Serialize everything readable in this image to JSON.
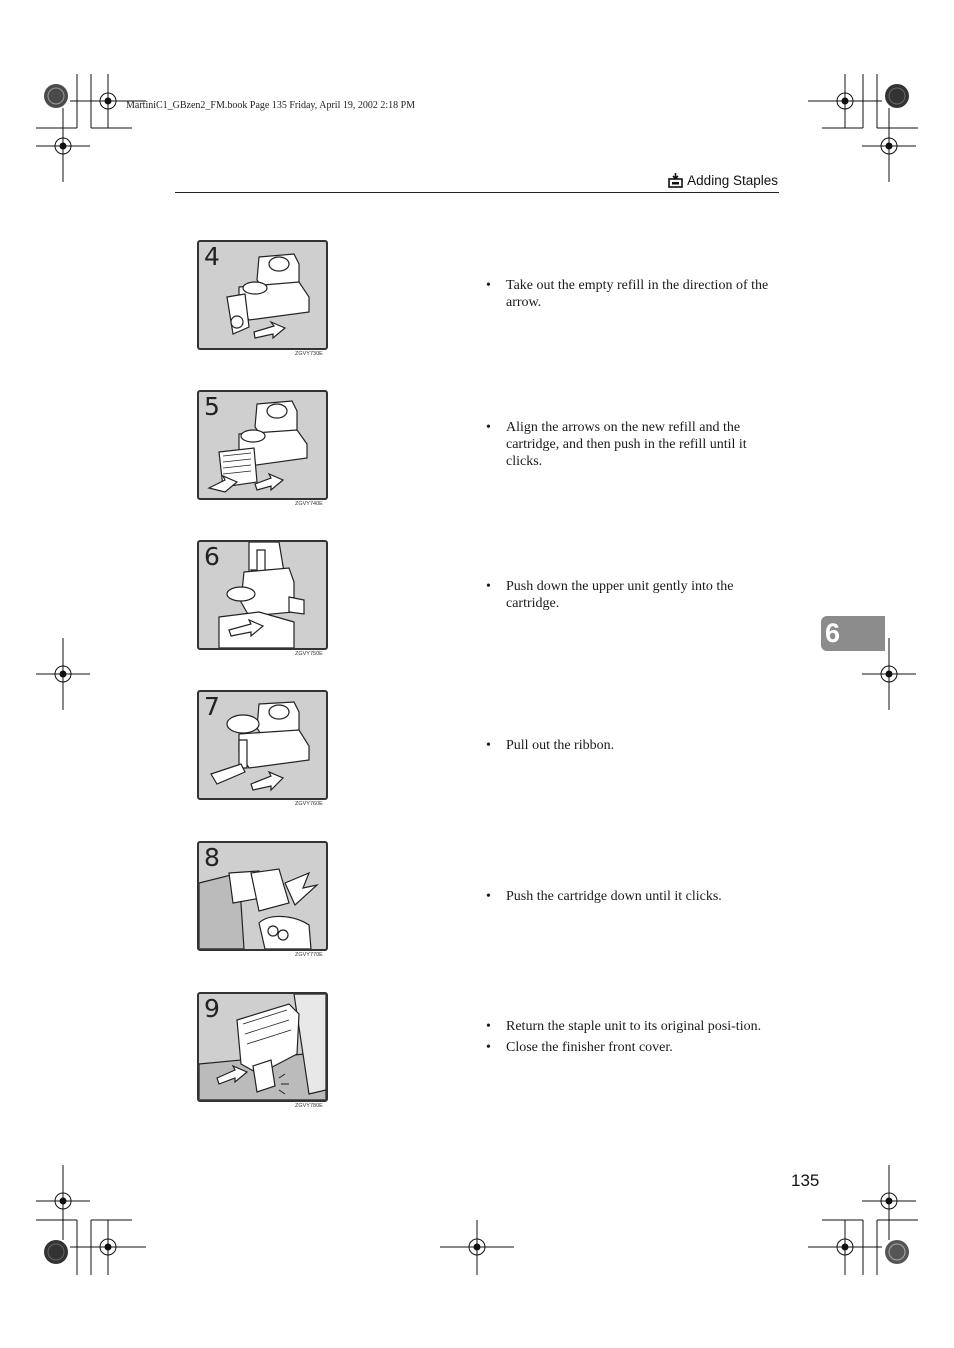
{
  "book_info": "MartiniC1_GBzen2_FM.book  Page 135  Friday, April 19, 2002  2:18 PM",
  "header": {
    "title": "Adding Staples",
    "icon": "staple-icon"
  },
  "chapter_tab": "6",
  "page_number": "135",
  "steps": [
    {
      "number": "4",
      "figure_code": "ZGVY730E",
      "bullets": [
        "Take out the empty refill in the direction of the arrow."
      ]
    },
    {
      "number": "5",
      "figure_code": "ZGVY740E",
      "bullets": [
        "Align the arrows on the new refill and the cartridge, and then push in the refill until it clicks."
      ]
    },
    {
      "number": "6",
      "figure_code": "ZGVY750E",
      "bullets": [
        "Push down the upper unit gently into the cartridge."
      ]
    },
    {
      "number": "7",
      "figure_code": "ZGVY760E",
      "bullets": [
        "Pull out the ribbon."
      ]
    },
    {
      "number": "8",
      "figure_code": "ZGVY770E",
      "bullets": [
        "Push the cartridge down until it clicks."
      ]
    },
    {
      "number": "9",
      "figure_code": "ZGVY780E",
      "bullets": [
        "Return the staple unit to its original posi-tion.",
        "Close the finisher front cover."
      ]
    }
  ]
}
